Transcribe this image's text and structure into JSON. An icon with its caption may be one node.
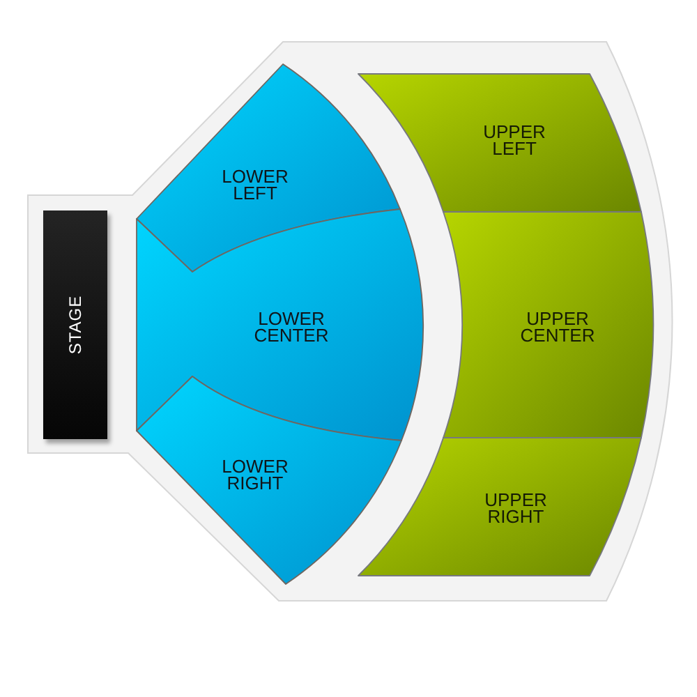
{
  "diagram": {
    "nodes": [
      {
        "text": [
          "STAGE"
        ]
      },
      {
        "text": [
          "LOWER LEFT"
        ]
      },
      {
        "text": [
          "LOWER CENTER"
        ]
      },
      {
        "text": [
          "LOWER RIGHT"
        ]
      },
      {
        "text": [
          "UPPER LEFT"
        ]
      },
      {
        "text": [
          "UPPER CENTER"
        ]
      },
      {
        "text": [
          "UPPER RIGHT"
        ]
      }
    ]
  }
}
